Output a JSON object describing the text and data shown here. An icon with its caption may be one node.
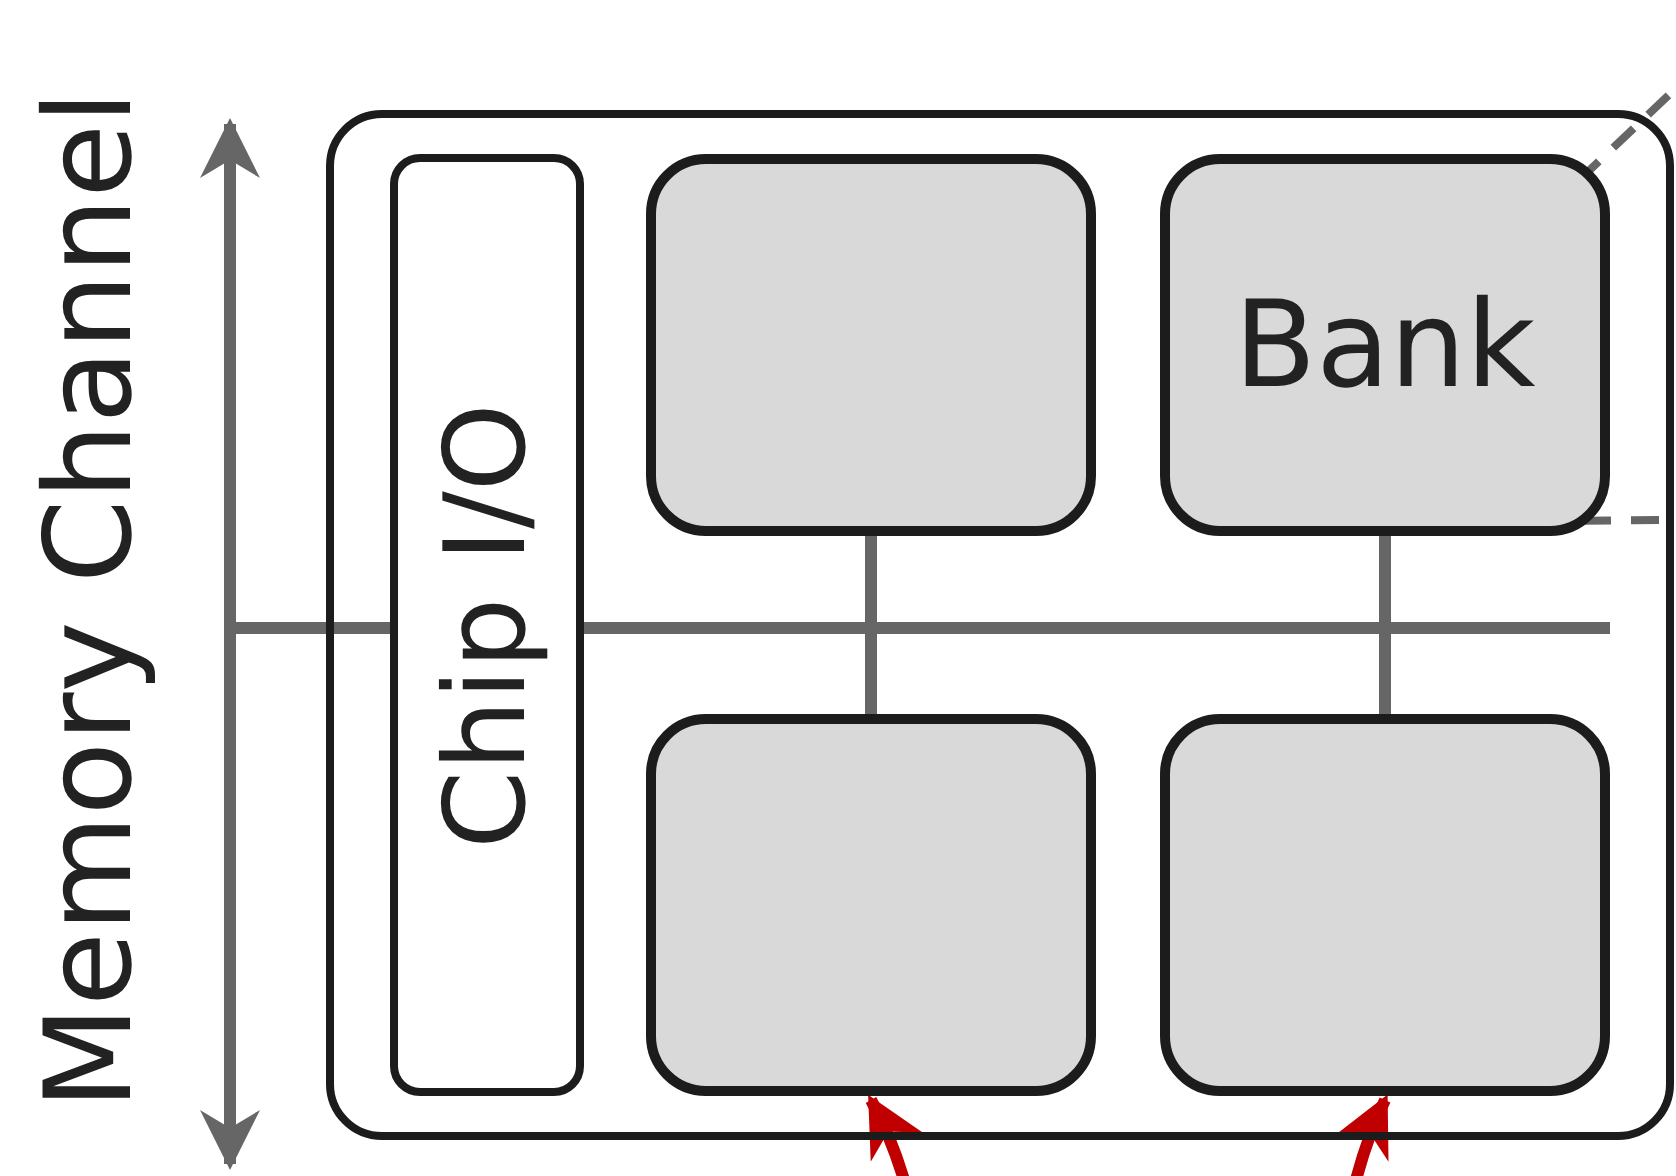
{
  "diagram": {
    "nodes": [
      {
        "text": [],
        "shape": "box"
      },
      {
        "text": [
          "Chip I/O"
        ],
        "in": 0
      },
      {
        "text": [],
        "shape": "box",
        "in": 0
      },
      {
        "text": [
          "Bank"
        ],
        "in": 0
      },
      {
        "text": [],
        "shape": "box",
        "in": 0
      },
      {
        "text": [],
        "shape": "box",
        "in": 0
      }
    ],
    "edges": [
      {
        "from": null,
        "to": 1,
        "arrow": "none"
      },
      {
        "from": 1,
        "to": 2,
        "arrow": "none"
      },
      {
        "from": 1,
        "to": 4,
        "arrow": "none"
      },
      {
        "from": 1,
        "to": 3,
        "arrow": "none"
      },
      {
        "from": 1,
        "to": 5,
        "arrow": "none"
      },
      {
        "from": 3,
        "to": null,
        "arrow": "none",
        "style": "dashed"
      },
      {
        "from": 3,
        "to": null,
        "arrow": "none",
        "style": "dashed"
      },
      {
        "from": null,
        "to": 4,
        "arrow": "to",
        "color": "#c00000"
      },
      {
        "from": null,
        "to": 5,
        "arrow": "to",
        "color": "#c00000"
      }
    ],
    "labels": [
      "Memory Channel"
    ]
  }
}
